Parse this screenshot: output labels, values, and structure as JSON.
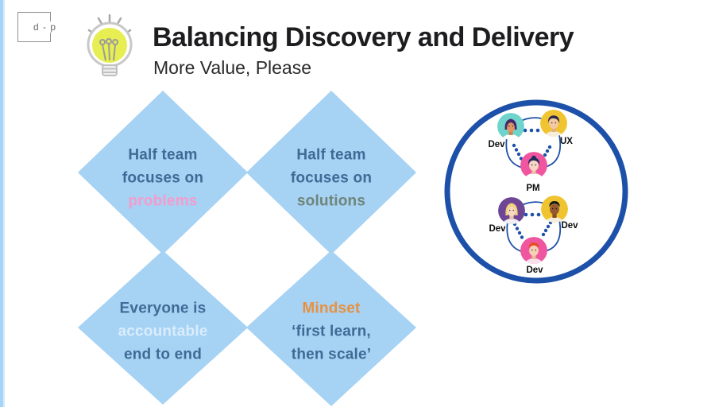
{
  "logo": {
    "text": "d - p"
  },
  "header": {
    "title": "Balancing Discovery and Delivery",
    "subtitle": "More Value, Please"
  },
  "diamonds": [
    {
      "line1": "Half team",
      "line2": "focuses on",
      "line3": "problems"
    },
    {
      "line1": "Half team",
      "line2": "focuses on",
      "line3": "solutions"
    },
    {
      "line1": "Everyone is",
      "line2": "accountable",
      "line3": "end to end"
    },
    {
      "line1": "Mindset",
      "line2": "‘first learn,",
      "line3": "then scale’"
    }
  ],
  "diagram": {
    "teams": [
      {
        "members": [
          {
            "role": "Dev"
          },
          {
            "role": "UX"
          },
          {
            "role": "PM"
          }
        ]
      },
      {
        "members": [
          {
            "role": "Dev"
          },
          {
            "role": "Dev"
          },
          {
            "role": "Dev"
          }
        ]
      }
    ]
  },
  "palette": {
    "diamond_fill": "#a6d2f4",
    "navy_text": "#3e6b96",
    "pink_text": "#f49ccd",
    "graygreen_text": "#6f8579",
    "lightblue_text": "#d9edfc",
    "orange_text": "#e8913f",
    "circle_border": "#1d50a8",
    "stripe_blue": "#a5d4f6",
    "bulb_yellow": "#e6ee51",
    "title_black": "#1d1d1f"
  }
}
